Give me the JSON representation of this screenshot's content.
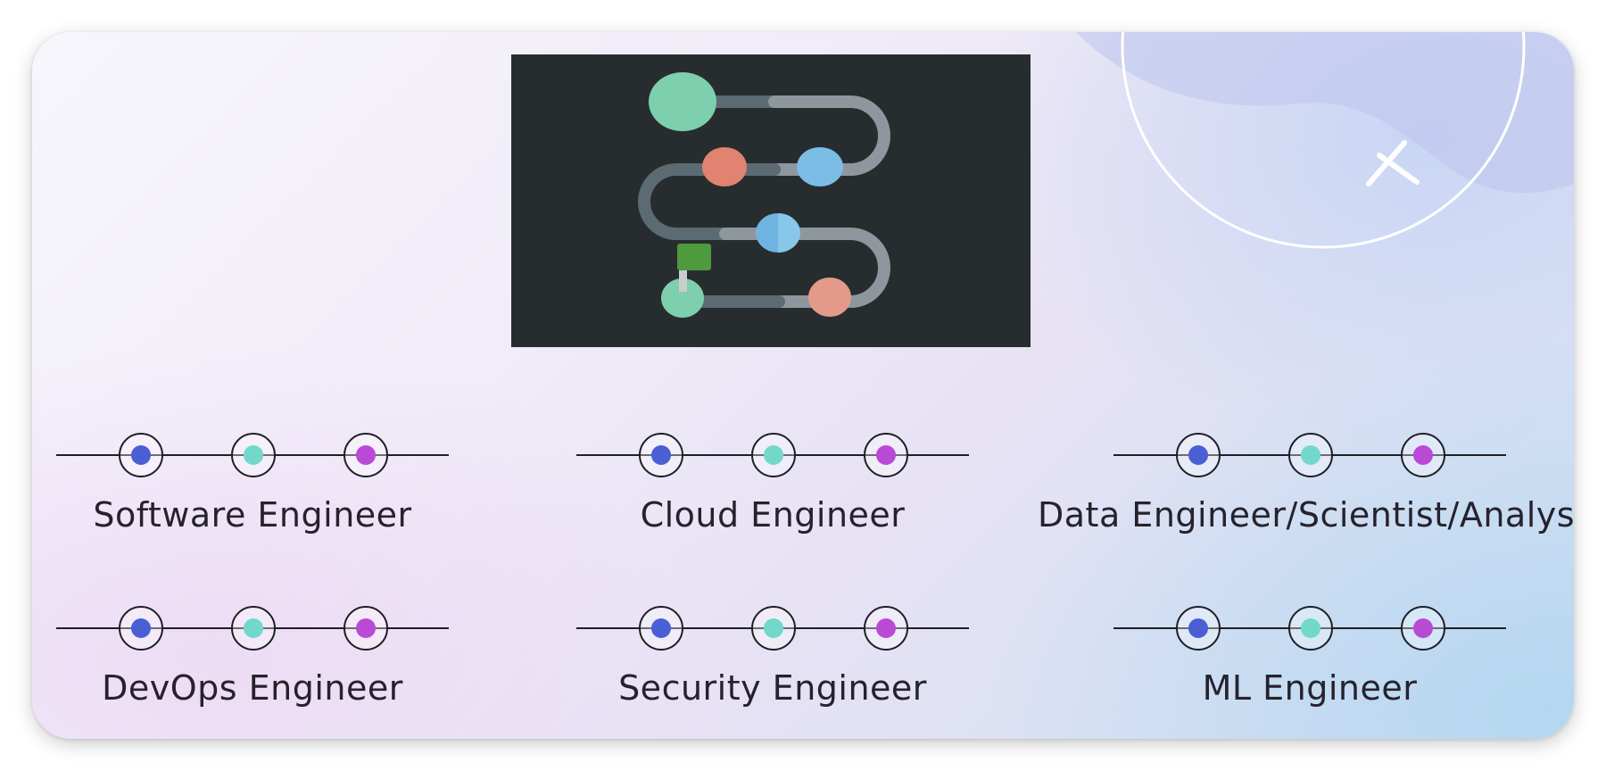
{
  "slide": {
    "roles": [
      {
        "label": "Software Engineer"
      },
      {
        "label": "Cloud Engineer"
      },
      {
        "label": "Data Engineer/Scientist/Analyst"
      },
      {
        "label": "DevOps Engineer"
      },
      {
        "label": "Security Engineer"
      },
      {
        "label": "ML Engineer"
      }
    ],
    "timeline_dot_colors": [
      "#4a5fd4",
      "#72d8cc",
      "#b94ad6"
    ],
    "illustration": {
      "name": "roadmap-path-illustration",
      "background": "#272d2f",
      "stop_colors": [
        "#7dcfae",
        "#e08370",
        "#7cbde6",
        "#6fb4e0",
        "#e39a8a",
        "#7dcfae"
      ],
      "flag_color": "#4e9a3c"
    },
    "close_icon": "close-icon"
  }
}
